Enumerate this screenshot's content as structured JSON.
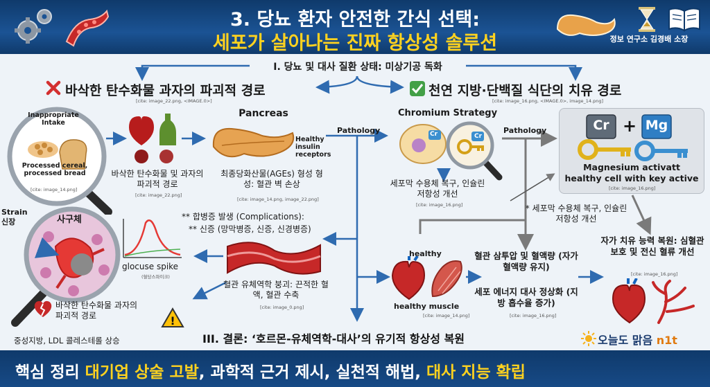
{
  "header": {
    "title_line1": "3. 당뇨 환자 안전한 간식 선택:",
    "title_line2": "세포가 살아나는 진짜 항상성 솔루션",
    "author": "정보 연구소 김경배 소장"
  },
  "top_state": "I. 당뇨 및 대사 질환 상태: 미상기공 독화",
  "left": {
    "heading": "바삭한 탄수화물 과자의 파괴적 경로",
    "heading_cite": "[cite: image_22.png, <IMAGE.0>]",
    "magnifier_top": "Inappropriate Intake",
    "magnifier_bottom": "Processed cereal, processed bread",
    "magnifier_cite": "[cite: image_14.png]",
    "organs_label": "바삭한 탄수화물 및 과자의 파괴적 경로",
    "organs_cite": "[cite: image_22.png]",
    "pancreas_title": "Pancreas",
    "pancreas_note": "Healthy insulin receptors",
    "ages_label": "최종당화산물(AGEs) 형성 형성: 혈관 벽 손상",
    "ages_cite": "[cite: image_14.png, image_22.png]",
    "pathology": "Pathology",
    "strain_label": "Strain 신장",
    "kidney_label": "사구체",
    "complications_1": "** 합병증 발생 (Complications):",
    "complications_2": "** 신증 (망막병증, 신증, 신경병증)",
    "spike_label": "glocuse spike",
    "spike_sub": "(혈당스파이크)",
    "vessel_label": "혈관 유체역학 붕괴: 끈적한 혈액, 혈관 수축",
    "vessel_cite": "[cite: image_0.png]",
    "broken_label": "바삭한 탄수화물 과자의 파괴적 경로",
    "lipid_label": "중성지방, LDL 콜레스테롤 상승"
  },
  "right": {
    "heading": "천연 지방·단백질 식단의 치유 경로",
    "heading_cite": "[cite: image_16.png, <IMAGE.0>, image_14.png]",
    "chromium_title": "Chromium Strategy",
    "cr_badge": "Cr",
    "mg_badge": "Mg",
    "plus": "+",
    "pathology": "Pathology",
    "receptor_label": "세포막 수용체 복구, 인슐린 저항성 개선",
    "receptor_cite": "[cite: image_16.png]",
    "mg_label": "Magnesium activatt healthy cell with key active",
    "mg_cite": "[cite: image_16.png]",
    "receptor_label2": "* 세포막 수용체 복구, 인슐린 저항성 개선",
    "healthy": "healthy",
    "healthy_muscle": "healthy muscle",
    "healthy_cite": "[cite: image_14.png]",
    "vessel_label": "혈관 삼투압 및 혈액량 (자가 혈액량 유지)",
    "energy_label": "세포 에너지 대사 정상화 (지방 흡수율 증가)",
    "energy_cite": "[cite: image_16.png]",
    "recovery_label": "자가 치유 능력 복원: 심혈관 보호 및 전신 혈류 개선",
    "recovery_cite": "[cite: image_16.png]"
  },
  "conclusion": "III. 결론: ‘호르몬-유체역학-대사’의 유기적 항상성 복원",
  "brand": {
    "prefix": "오늘도 맑음 ",
    "accent": "n1t"
  },
  "footer": {
    "part1": "핵심 정리 ",
    "part2": "대기업 상술 고발",
    "part3": ", 과학적 근거 제시, 실천적 해법, ",
    "part4": "대사 지능 확립"
  },
  "colors": {
    "navy": "#0f3a6b",
    "yellow": "#ffd21f",
    "arrow_blue": "#2f6bb0",
    "grey_arrow": "#7a7a7a",
    "red": "#c62828"
  }
}
